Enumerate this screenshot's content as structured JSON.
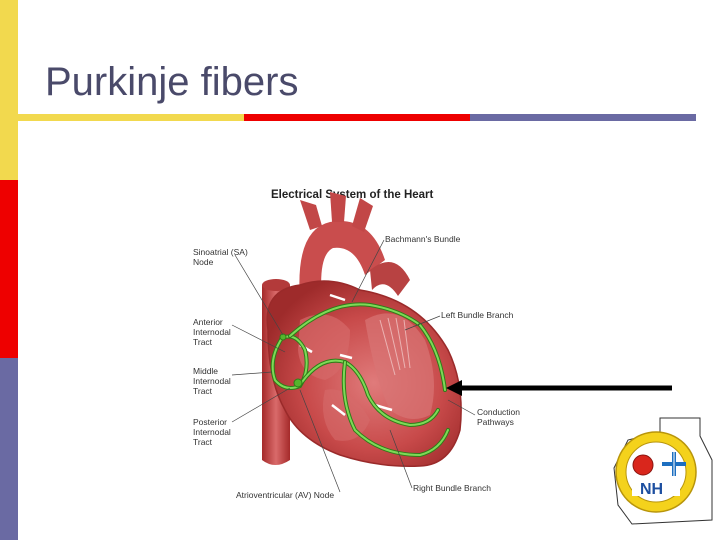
{
  "slide": {
    "title": "Purkinje fibers",
    "accent_colors": [
      "#f2d94e",
      "#ee0000",
      "#6a6aa3"
    ]
  },
  "figure": {
    "heading": "Electrical System of the Heart",
    "labels": {
      "sa_node_1": "Sinoatrial (SA)",
      "sa_node_2": "Node",
      "bachmann": "Bachmann's Bundle",
      "left_bundle": "Left Bundle Branch",
      "anterior_1": "Anterior",
      "anterior_2": "Internodal",
      "anterior_3": "Tract",
      "middle_1": "Middle",
      "middle_2": "Internodal",
      "middle_3": "Tract",
      "posterior_1": "Posterior",
      "posterior_2": "Internodal",
      "posterior_3": "Tract",
      "conduction_1": "Conduction",
      "conduction_2": "Pathways",
      "av_node": "Atrioventricular (AV) Node",
      "right_bundle": "Right Bundle Branch"
    },
    "icons": {
      "arrow": "left-arrow-icon",
      "logo": "nh-ems-seal-icon"
    },
    "logo_text": "NH"
  }
}
